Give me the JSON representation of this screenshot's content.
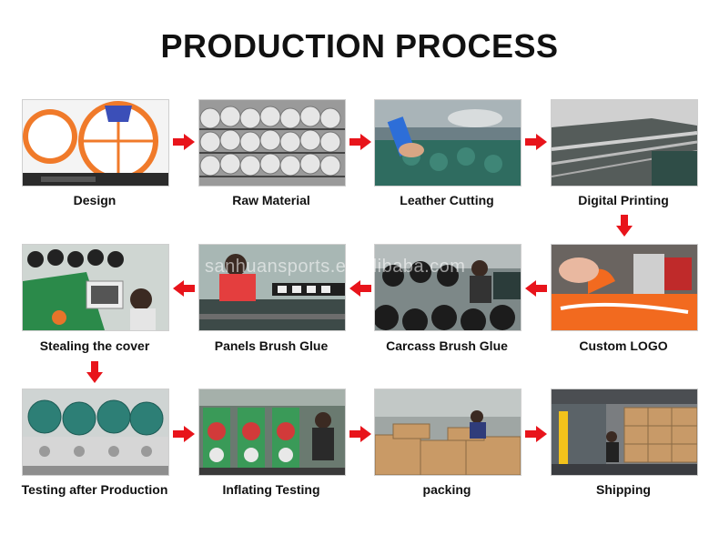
{
  "title": "PRODUCTION PROCESS",
  "watermark": "sanhuansports.en.alibaba.com",
  "accent_color": "#e8141b",
  "steps": [
    {
      "label": "Design"
    },
    {
      "label": "Raw Material"
    },
    {
      "label": "Leather Cutting"
    },
    {
      "label": "Digital Printing"
    },
    {
      "label": "Custom LOGO"
    },
    {
      "label": "Carcass Brush Glue"
    },
    {
      "label": "Panels Brush Glue"
    },
    {
      "label": "Stealing the cover"
    },
    {
      "label": "Testing after Production"
    },
    {
      "label": "Inflating Testing"
    },
    {
      "label": "packing"
    },
    {
      "label": "Shipping"
    }
  ]
}
